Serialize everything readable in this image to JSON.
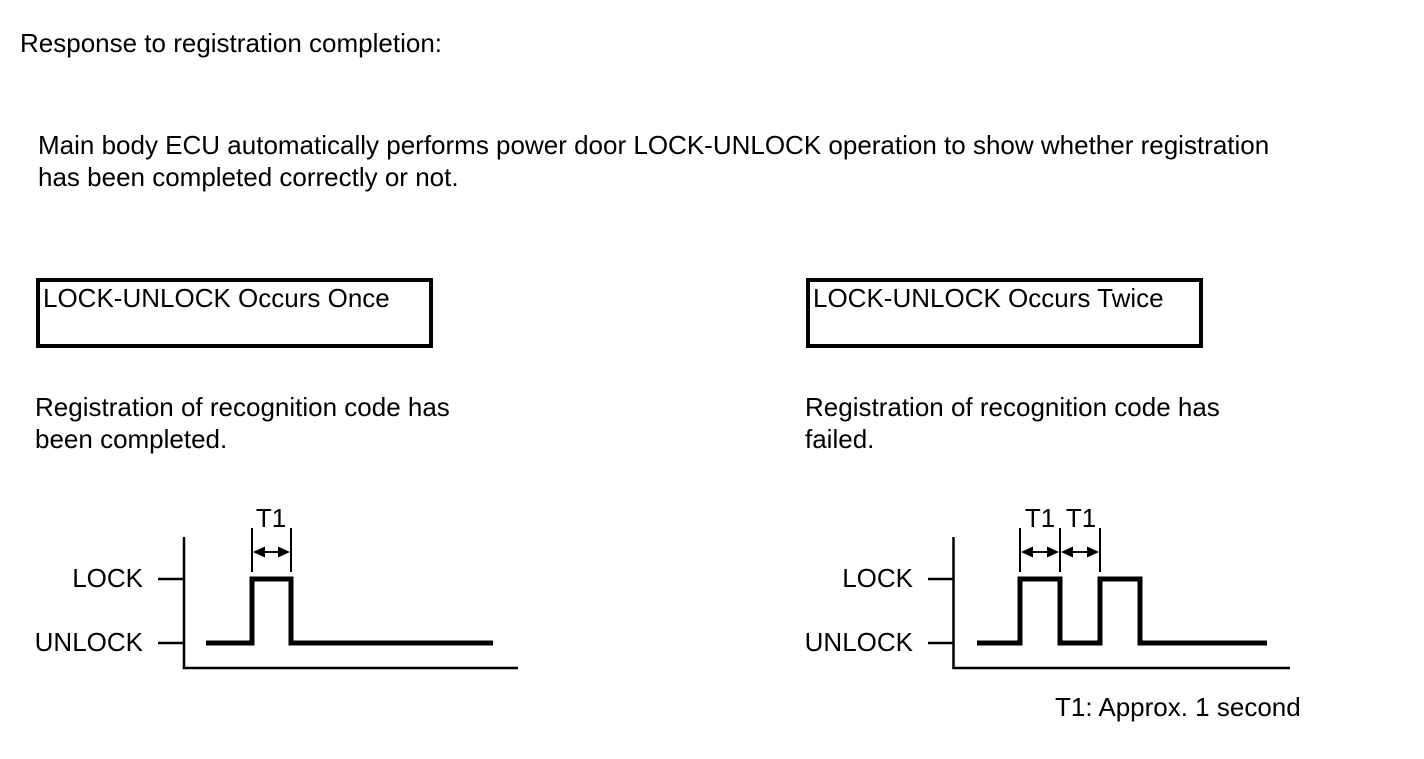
{
  "page": {
    "heading": "Response to registration completion:",
    "intro_lines": [
      "Main body ECU automatically performs power door LOCK-UNLOCK operation to show whether registration",
      "has been completed correctly or not."
    ]
  },
  "cases": [
    {
      "box_label": "LOCK-UNLOCK Occurs Once",
      "description_lines": [
        "Registration of recognition code has",
        "been completed."
      ],
      "diagram": {
        "high_label": "LOCK",
        "low_label": "UNLOCK",
        "pulse_count": 1,
        "t1_labels": [
          "T1"
        ]
      }
    },
    {
      "box_label": "LOCK-UNLOCK Occurs Twice",
      "description_lines": [
        "Registration of recognition code has",
        "failed."
      ],
      "diagram": {
        "high_label": "LOCK",
        "low_label": "UNLOCK",
        "pulse_count": 2,
        "t1_labels": [
          "T1",
          "T1"
        ]
      }
    }
  ],
  "footnote": "T1: Approx. 1 second",
  "colors": {
    "ink": "#000000",
    "background": "#ffffff"
  }
}
